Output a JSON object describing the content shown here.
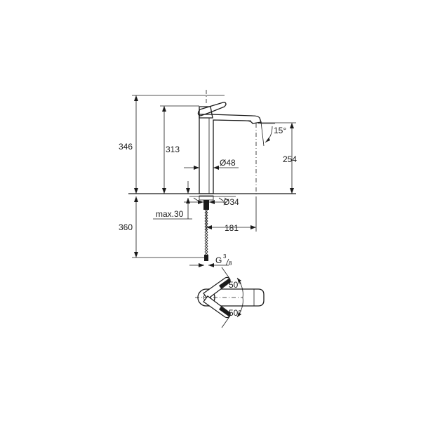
{
  "dimensions": {
    "total_height": "346",
    "spout_height": "313",
    "outlet_height": "254",
    "spout_angle": "15°",
    "body_diameter": "Ø48",
    "hole_diameter": "Ø34",
    "max_deck": "max.30",
    "spout_reach": "181",
    "hose_length": "360",
    "connection_thread": "G",
    "thread_numerator": "3",
    "thread_denominator": "8",
    "lever_angle_top": "50°",
    "lever_angle_bottom": "50°"
  },
  "colors": {
    "line": "#1a1a1a",
    "background": "#ffffff"
  }
}
